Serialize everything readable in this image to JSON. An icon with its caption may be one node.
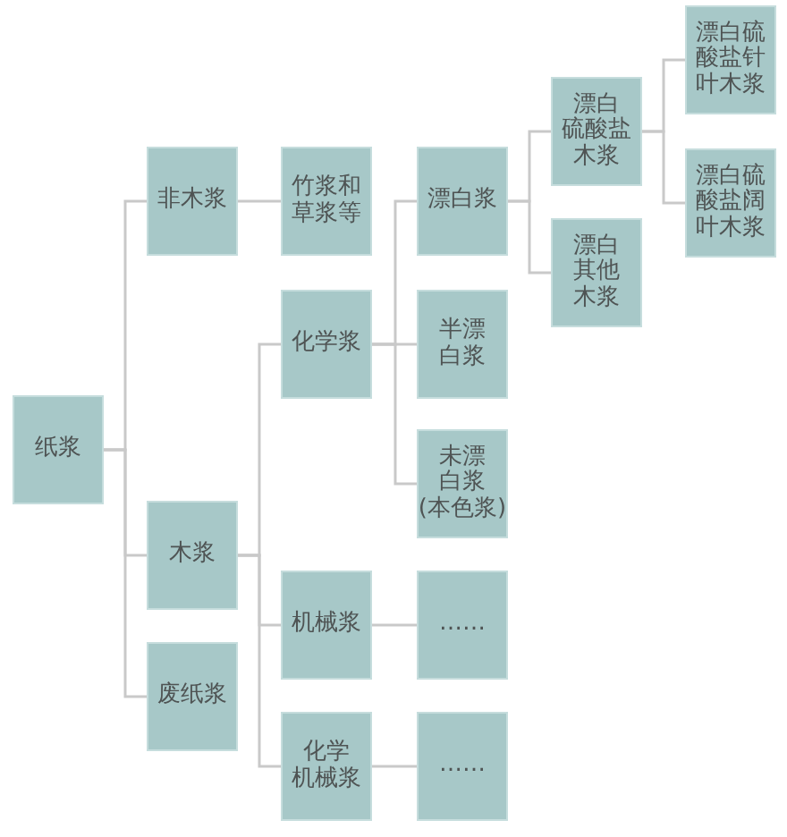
{
  "diagram": {
    "nodes": [
      {
        "text": [
          "纸浆"
        ]
      },
      {
        "text": [
          "非木浆"
        ]
      },
      {
        "text": [
          "木浆"
        ]
      },
      {
        "text": [
          "废纸浆"
        ]
      },
      {
        "text": [
          "竹浆和草浆等"
        ]
      },
      {
        "text": [
          "化学浆"
        ]
      },
      {
        "text": [
          "机械浆"
        ]
      },
      {
        "text": [
          "化学机械浆"
        ]
      },
      {
        "text": [
          "漂白浆"
        ]
      },
      {
        "text": [
          "半漂白浆"
        ]
      },
      {
        "text": [
          "未漂白浆(本色浆)"
        ]
      },
      {
        "text": [
          "……"
        ]
      },
      {
        "text": [
          "……"
        ]
      },
      {
        "text": [
          "漂白硫酸盐木浆"
        ]
      },
      {
        "text": [
          "漂白其他木浆"
        ]
      },
      {
        "text": [
          "漂白硫酸盐针叶木浆"
        ]
      },
      {
        "text": [
          "漂白硫酸盐阔叶木浆"
        ]
      }
    ],
    "edges": [
      {
        "from": 0,
        "to": 1,
        "arrow": "none"
      },
      {
        "from": 0,
        "to": 2,
        "arrow": "none"
      },
      {
        "from": 0,
        "to": 3,
        "arrow": "none"
      },
      {
        "from": 1,
        "to": 4,
        "arrow": "none"
      },
      {
        "from": 2,
        "to": 5,
        "arrow": "none"
      },
      {
        "from": 2,
        "to": 6,
        "arrow": "none"
      },
      {
        "from": 2,
        "to": 7,
        "arrow": "none"
      },
      {
        "from": 5,
        "to": 8,
        "arrow": "none"
      },
      {
        "from": 5,
        "to": 9,
        "arrow": "none"
      },
      {
        "from": 5,
        "to": 10,
        "arrow": "none"
      },
      {
        "from": 6,
        "to": 11,
        "arrow": "none"
      },
      {
        "from": 7,
        "to": 12,
        "arrow": "none"
      },
      {
        "from": 8,
        "to": 13,
        "arrow": "none"
      },
      {
        "from": 8,
        "to": 14,
        "arrow": "none"
      },
      {
        "from": 13,
        "to": 15,
        "arrow": "none"
      },
      {
        "from": 13,
        "to": 16,
        "arrow": "none"
      }
    ]
  }
}
